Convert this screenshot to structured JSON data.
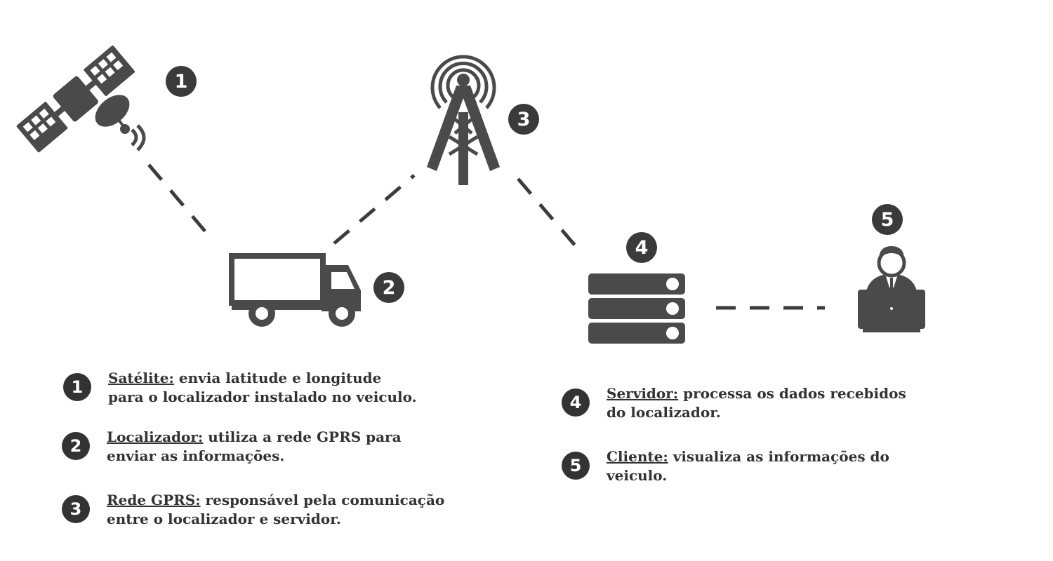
{
  "colors": {
    "icon": "#4a4a4a",
    "dash": "#3c3c3c",
    "text": "#333333",
    "background": "#ffffff"
  },
  "nodes": [
    {
      "id": "satellite",
      "number": "1",
      "icon": "satellite-icon"
    },
    {
      "id": "tracker",
      "number": "2",
      "icon": "truck-icon"
    },
    {
      "id": "gprs",
      "number": "3",
      "icon": "antenna-tower-icon"
    },
    {
      "id": "server",
      "number": "4",
      "icon": "server-icon"
    },
    {
      "id": "client",
      "number": "5",
      "icon": "user-laptop-icon"
    }
  ],
  "legend": [
    {
      "number": "1",
      "term": "Satélite:",
      "desc_line1": " envia latitude e longitude",
      "desc_line2": "para o localizador instalado no veiculo."
    },
    {
      "number": "2",
      "term": "Localizador:",
      "desc_line1": " utiliza a rede GPRS para",
      "desc_line2": "enviar as informações."
    },
    {
      "number": "3",
      "term": "Rede GPRS:",
      "desc_line1": " responsável pela comunicação",
      "desc_line2": "entre o localizador e servidor."
    },
    {
      "number": "4",
      "term": "Servidor:",
      "desc_line1": " processa os dados recebidos",
      "desc_line2": "do localizador."
    },
    {
      "number": "5",
      "term": "Cliente:",
      "desc_line1": " visualiza as informações do",
      "desc_line2": "veiculo."
    }
  ]
}
